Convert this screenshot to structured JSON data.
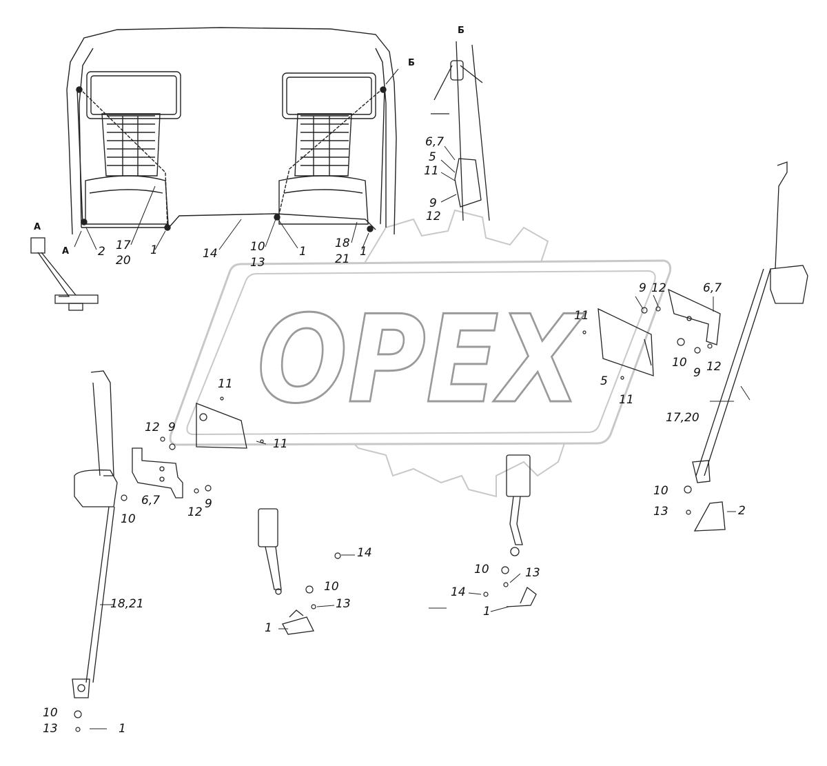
{
  "logo": {
    "text": "OPEX"
  },
  "views": {
    "a": "А",
    "b": "Б"
  },
  "callouts": {
    "c_a1": "А",
    "c_2_top": "2",
    "c_17": "17",
    "c_20": "20",
    "c_1_a": "1",
    "c_14_top": "14",
    "c_10_top": "10",
    "c_13_top": "13",
    "c_1_b": "1",
    "c_18_top": "18",
    "c_21_top": "21",
    "c_1_c": "1",
    "c_67_b": "6,7",
    "c_5_b": "5",
    "c_11_b": "11",
    "c_9_b": "9",
    "c_12_b": "12",
    "c_9_r": "9",
    "c_12_r": "12",
    "c_67_r": "6,7",
    "c_11_r": "11",
    "c_10_r": "10",
    "c_9_r2": "9",
    "c_12_r2": "12",
    "c_5_r": "5",
    "c_11_r2": "11",
    "c_1720": "17,20",
    "c_10_rr": "10",
    "c_13_rr": "13",
    "c_2_rr": "2",
    "c_11_m": "11",
    "c_11_m2": "11",
    "c_12_l": "12",
    "c_9_l": "9",
    "c_67_l": "6,7",
    "c_10_l": "10",
    "c_12_l2": "12",
    "c_9_l2": "9",
    "c_1821": "18,21",
    "c_10_bl": "10",
    "c_13_bl": "13",
    "c_1_bl": "1",
    "c_14_m": "14",
    "c_10_m": "10",
    "c_13_m": "13",
    "c_1_m": "1",
    "c_10_rm": "10",
    "c_13_rm": "13",
    "c_14_rm": "14",
    "c_1_rm": "1"
  }
}
